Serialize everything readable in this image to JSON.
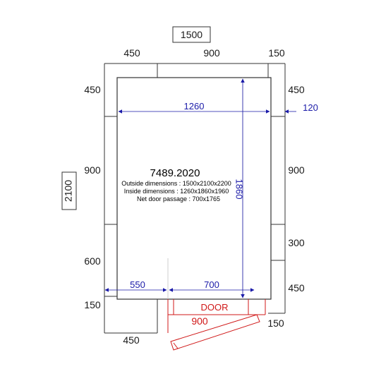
{
  "top_box_label": "1500",
  "left_box_label": "2100",
  "top_segments": [
    "450",
    "900",
    "150"
  ],
  "left_segments": [
    "450",
    "900",
    "600",
    "150"
  ],
  "right_segments": [
    "450",
    "900",
    "300",
    "450",
    "150"
  ],
  "bottom_segment": "450",
  "inner_width": "1260",
  "inner_height": "1860",
  "wall_thickness": "120",
  "bottom_inner": [
    "550",
    "700"
  ],
  "door_label": "DOOR",
  "door_swing": "900",
  "model_code": "7489.2020",
  "info_lines": [
    "Outside dimensions : 1500x2100x2200",
    "Inside dimensions : 1260x1860x1960",
    "Net door passage : 700x1765"
  ],
  "colors": {
    "blue": "#1a1aa8",
    "red": "#d01818",
    "wall": "#333333"
  },
  "icons": [
    "arrow-right-icon",
    "arrow-left-icon",
    "arrow-up-icon",
    "arrow-down-icon"
  ]
}
